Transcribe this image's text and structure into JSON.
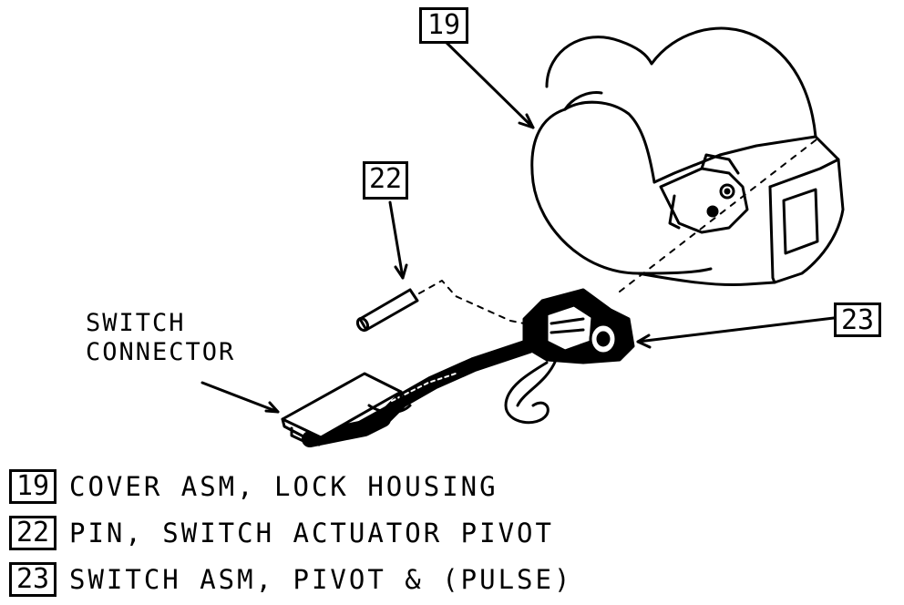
{
  "callouts": {
    "c19": "19",
    "c22": "22",
    "c23": "23"
  },
  "labels": {
    "switch_connector_line1": "SWITCH",
    "switch_connector_line2": "CONNECTOR"
  },
  "legend": [
    {
      "number": "19",
      "description": "COVER ASM, LOCK HOUSING"
    },
    {
      "number": "22",
      "description": "PIN, SWITCH ACTUATOR PIVOT"
    },
    {
      "number": "23",
      "description": "SWITCH ASM, PIVOT & (PULSE)"
    }
  ],
  "colors": {
    "ink": "#000000",
    "paper": "#ffffff"
  }
}
